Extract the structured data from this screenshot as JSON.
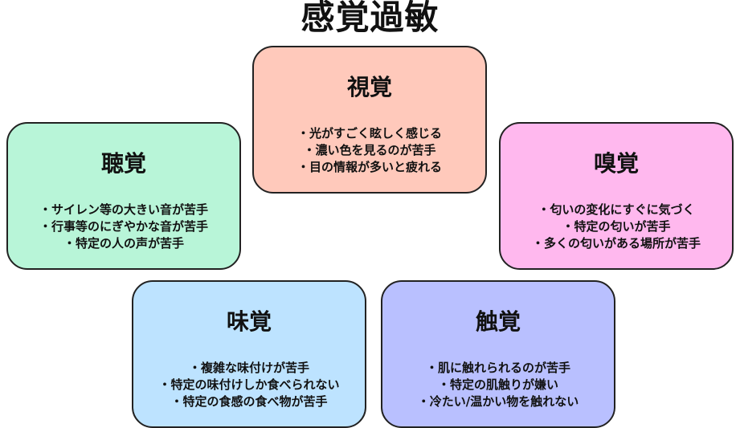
{
  "title": "感覚過敏",
  "boxes": [
    {
      "key": "sight",
      "title": "視覚",
      "color": "#ffc9bb",
      "items": [
        "光がすごく眩しく感じる",
        "濃い色を見るのが苦手",
        "目の情報が多いと疲れる"
      ]
    },
    {
      "key": "hearing",
      "title": "聴覚",
      "color": "#b8f5d8",
      "items": [
        "サイレン等の大きい音が苦手",
        "行事等のにぎやかな音が苦手",
        "特定の人の声が苦手"
      ]
    },
    {
      "key": "smell",
      "title": "嗅覚",
      "color": "#ffb8ee",
      "items": [
        "匂いの変化にすぐに気づく",
        "特定の匂いが苦手",
        "多くの匂いがある場所が苦手"
      ]
    },
    {
      "key": "taste",
      "title": "味覚",
      "color": "#bde3ff",
      "items": [
        "複雑な味付けが苦手",
        "特定の味付けしか食べられない",
        "特定の食感の食べ物が苦手"
      ]
    },
    {
      "key": "touch",
      "title": "触覚",
      "color": "#b9c0ff",
      "items": [
        "肌に触れられるのが苦手",
        "特定の肌触りが嫌い",
        "冷たい/温かい物を触れない"
      ]
    }
  ]
}
